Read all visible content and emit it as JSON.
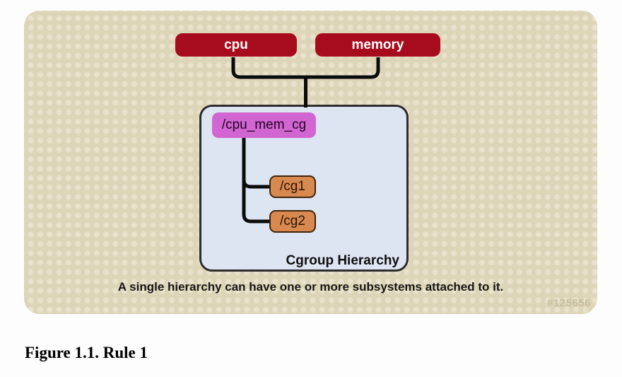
{
  "diagram": {
    "subsystems": [
      {
        "label": "cpu"
      },
      {
        "label": "memory"
      }
    ],
    "hierarchy": {
      "root_label": "/cpu_mem_cg",
      "children": [
        {
          "label": "/cg1"
        },
        {
          "label": "/cg2"
        }
      ],
      "container_label": "Cgroup Hierarchy"
    },
    "caption": "A single hierarchy can have one or more subsystems attached to it.",
    "watermark": "#125656"
  },
  "figure": {
    "caption": "Figure 1.1. Rule 1"
  },
  "colors": {
    "subsystem_box": "#a70c1e",
    "root_box": "#d165d1",
    "child_box": "#d8894f",
    "hierarchy_container_fill": "#dde4f2",
    "hierarchy_container_border": "#2d2d2d",
    "panel_background": "#ddd5b8",
    "panel_dots": "#e9e2cc",
    "connector_line": "#0b0b0b",
    "watermark_text": "#c6bd9e"
  }
}
